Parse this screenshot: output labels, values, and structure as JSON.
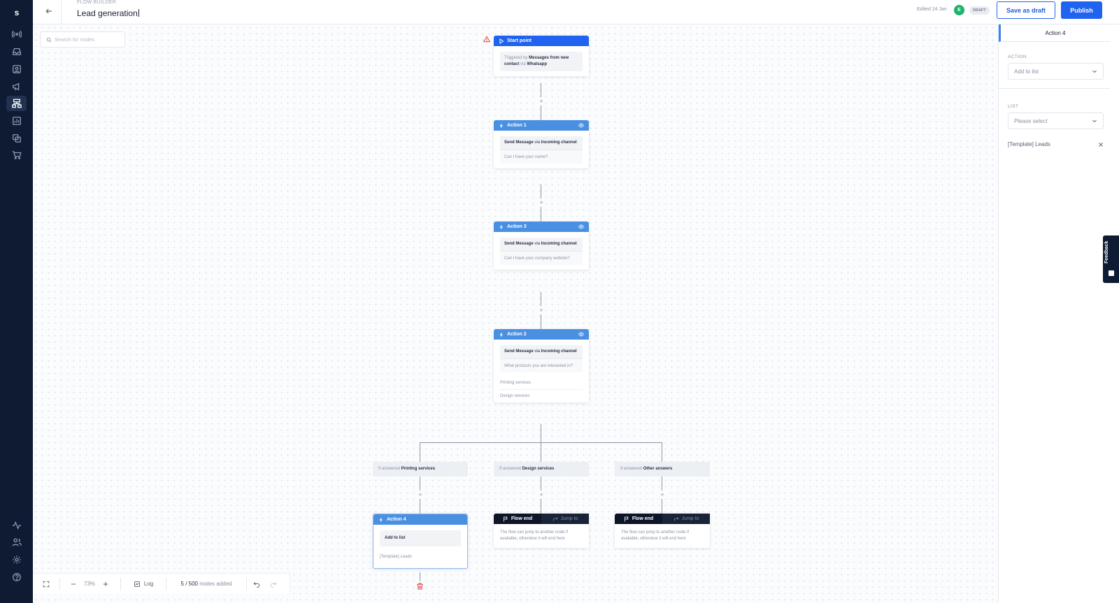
{
  "nav": {
    "logo": "s",
    "items": [
      "broadcast-icon",
      "inbox-icon",
      "contacts-icon",
      "campaigns-icon",
      "flow-builder-icon",
      "reports-icon",
      "integrations-icon",
      "store-icon"
    ],
    "bottom_items": [
      "activity-icon",
      "team-icon",
      "settings-icon",
      "help-icon"
    ]
  },
  "header": {
    "breadcrumb": "FLOW BUILDER",
    "title": "Lead generation",
    "edited": "Edited 24 Jan",
    "avatar_initial": "E",
    "status_badge": "DRAFT",
    "save_draft_label": "Save as draft",
    "publish_label": "Publish"
  },
  "canvas": {
    "search_placeholder": "Search for nodes",
    "nodes": {
      "start": {
        "title": "Start point",
        "trigger_prefix": "Triggered by",
        "trigger_event": "Messages from new contact",
        "trigger_via": "via",
        "trigger_channel": "Whatsapp"
      },
      "action1": {
        "title": "Action 1",
        "action_bold": "Send Message",
        "action_rest": "via",
        "action_channel": "Incoming channel",
        "message": "Can I have your name?"
      },
      "action3": {
        "title": "Action 3",
        "action_bold": "Send Message",
        "action_rest": "via",
        "action_channel": "Incoming channel",
        "message": "Can I have your company website?"
      },
      "action2": {
        "title": "Action 2",
        "action_bold": "Send Message",
        "action_rest": "via",
        "action_channel": "Incoming channel",
        "message": "What products you are interested in?",
        "options": [
          "Printing services",
          "Design services"
        ]
      },
      "conditions": [
        {
          "prefix": "If answered",
          "value": "Printing services"
        },
        {
          "prefix": "If answered",
          "value": "Design services"
        },
        {
          "prefix": "If answered",
          "value": "Other answers"
        }
      ],
      "action4": {
        "title": "Action 4",
        "action": "Add to list",
        "list": "[Template] Leads"
      },
      "flow_end": {
        "title": "Flow end",
        "jump_label": "Jump to",
        "note": "The flow can jump to another node if available, otherwise it will end here"
      }
    },
    "toolbar": {
      "zoom": "73%",
      "log_label": "Log",
      "nodes_count": "5 / 500",
      "nodes_suffix": "nodes added"
    }
  },
  "panel": {
    "tab": "Action 4",
    "action_label": "ACTION",
    "action_value": "Add to list",
    "list_label": "LIST",
    "list_placeholder": "Please select",
    "selected_list": "[Template] Leads"
  },
  "feedback_label": "Feedback",
  "colors": {
    "rail": "#0f1b33",
    "primary": "#1f63f0",
    "action_header": "#4a90e2",
    "flow_end": "#0d1628",
    "danger": "#e5484d",
    "avatar": "#1db36a"
  }
}
